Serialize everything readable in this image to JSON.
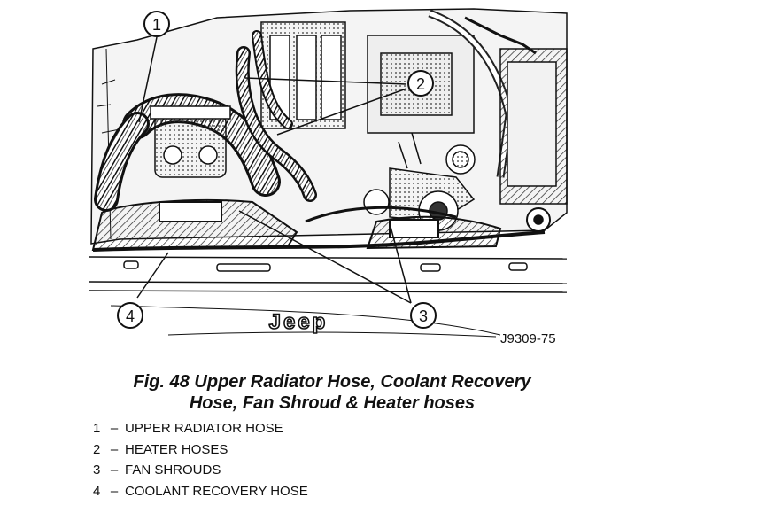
{
  "figure": {
    "callouts": [
      "1",
      "2",
      "3",
      "4"
    ],
    "badge_text": "Jeep",
    "figure_id": "J9309-75",
    "caption_line1": "Fig. 48 Upper Radiator Hose, Coolant Recovery",
    "caption_line2": "Hose, Fan Shroud & Heater hoses"
  },
  "legend": [
    {
      "num": "1",
      "dash": "–",
      "label": "UPPER RADIATOR HOSE"
    },
    {
      "num": "2",
      "dash": "–",
      "label": "HEATER HOSES"
    },
    {
      "num": "3",
      "dash": "–",
      "label": "FAN SHROUDS"
    },
    {
      "num": "4",
      "dash": "–",
      "label": "COOLANT RECOVERY HOSE"
    }
  ]
}
